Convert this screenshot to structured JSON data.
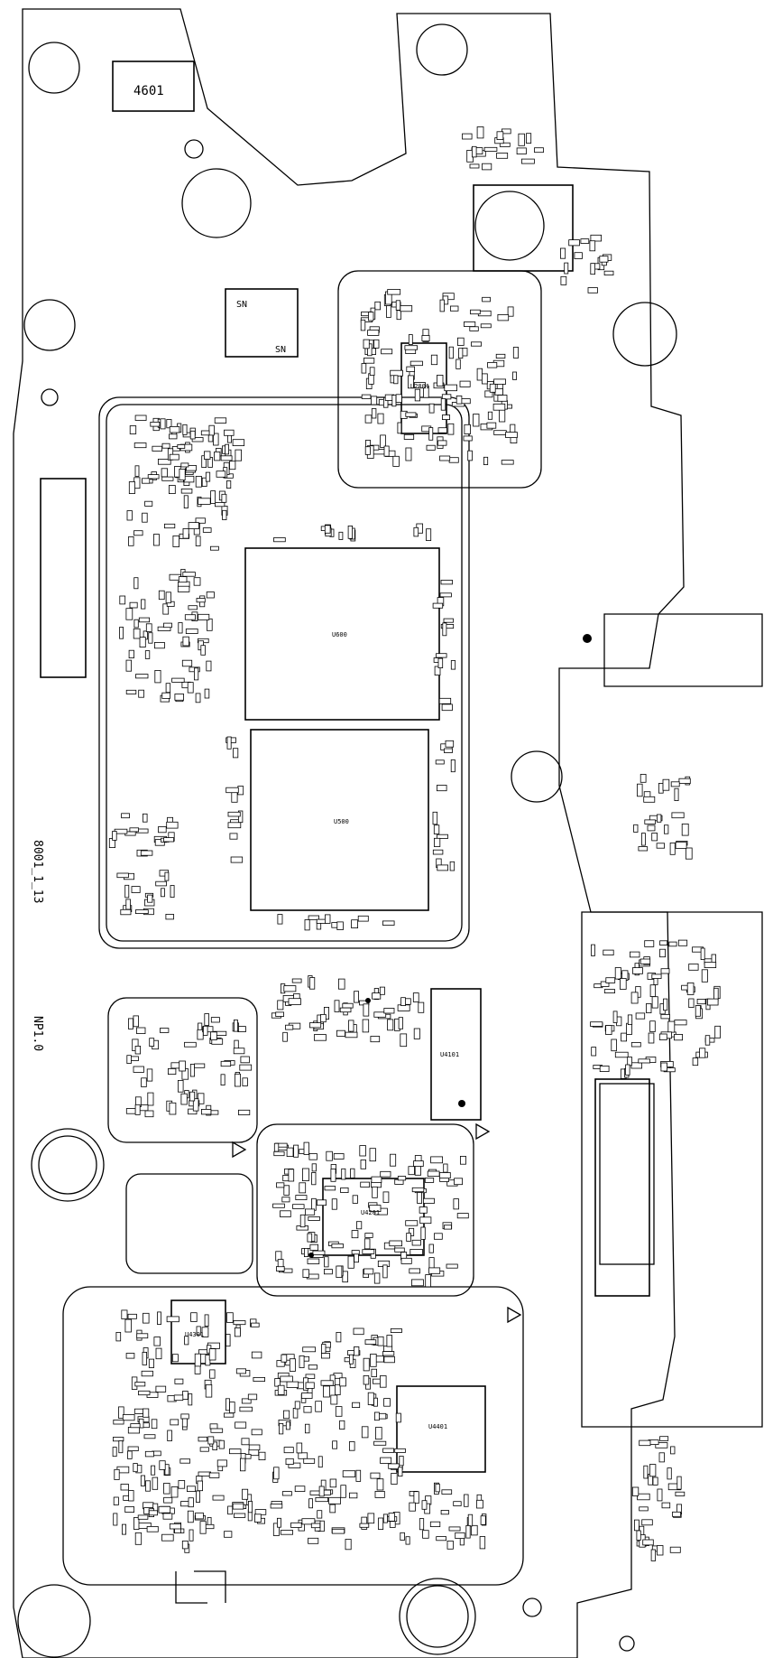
{
  "board": {
    "version_label": "8001_1_13",
    "variant_label": "NP1.0",
    "colors": {
      "outline": "#000000",
      "background": "#ffffff",
      "fill": "#000000"
    }
  },
  "components": {
    "inductor_4601": "4601",
    "sn_top": "SN",
    "sn_bottom": "SN",
    "cpu": "U600",
    "memory": "U500",
    "u4201": "U4201",
    "u4401": "U4401",
    "u4301": "U4301",
    "u2801": "U2801",
    "u4101": "U4101"
  }
}
